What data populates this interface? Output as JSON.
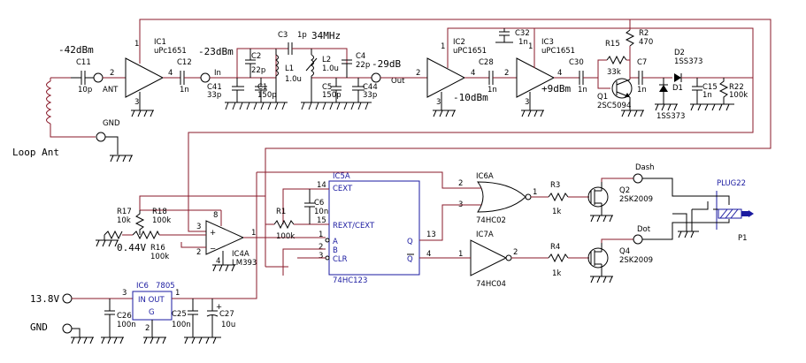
{
  "antenna": {
    "level": "-42dBm",
    "connector": "ANT",
    "gnd": "GND",
    "caption": "Loop Ant"
  },
  "ic1": {
    "ref": "IC1",
    "part": "uPc1651",
    "pin1": "1",
    "pin2": "2",
    "pin3": "3",
    "pin4": "4"
  },
  "c11": {
    "ref": "C11",
    "value": "10p"
  },
  "c12": {
    "ref": "C12",
    "value": "1n"
  },
  "filter": {
    "in_level": "-23dBm",
    "in_label": "In",
    "c2": {
      "ref": "C2",
      "value": "22p"
    },
    "c41": {
      "ref": "C41",
      "value": "33p"
    },
    "c1": {
      "ref": "C1",
      "value": "150p"
    },
    "l1": {
      "ref": "L1",
      "value": "1.0u"
    },
    "c3": {
      "ref": "C3",
      "value": "1p"
    },
    "freq": "34MHz",
    "l2": {
      "ref": "L2",
      "value": "1.0u"
    },
    "c5": {
      "ref": "C5",
      "value": "150p"
    },
    "c4": {
      "ref": "C4",
      "value": "22p"
    },
    "c44": {
      "ref": "C44",
      "value": "33p"
    },
    "out_level": "-29dB",
    "out_label": "Out"
  },
  "ic2": {
    "ref": "IC2",
    "part": "uPC1651",
    "level": "-10dBm",
    "pin1": "1",
    "pin2": "2",
    "pin3": "3",
    "pin4": "4"
  },
  "c28": {
    "ref": "C28",
    "value": "1n"
  },
  "c32": {
    "ref": "C32",
    "value": "1n"
  },
  "ic3": {
    "ref": "IC3",
    "part": "uPC1651",
    "level": "+9dBm",
    "pin1": "1",
    "pin2": "2",
    "pin3": "3",
    "pin4": "4"
  },
  "c30": {
    "ref": "C30",
    "value": "1n"
  },
  "r15": {
    "ref": "R15",
    "value": "33k"
  },
  "r2": {
    "ref": "R2",
    "value": "470"
  },
  "q1": {
    "ref": "Q1",
    "part": "2SC5094"
  },
  "c7": {
    "ref": "C7",
    "value": "1n"
  },
  "d2": {
    "ref": "D2",
    "part": "1SS373"
  },
  "d1": {
    "ref": "D1",
    "part": "1SS373"
  },
  "c15": {
    "ref": "C15",
    "value": "1n"
  },
  "r22": {
    "ref": "R22",
    "value": "100k"
  },
  "comparator": {
    "r17": {
      "ref": "R17",
      "value": "10k"
    },
    "r18": {
      "ref": "R18",
      "value": "100k"
    },
    "r16": {
      "ref": "R16",
      "value": "100k"
    },
    "vref": "0.44V",
    "ref": "IC4A",
    "part": "LM393",
    "pin1": "1",
    "pin2": "2",
    "pin3": "3",
    "pin4": "4",
    "pin8": "8"
  },
  "ic5": {
    "ref": "IC5A",
    "part": "74HC123",
    "cext": "CEXT",
    "rext": "REXT/CEXT",
    "a": "A",
    "b": "B",
    "clr": "CLR",
    "q": "Q",
    "qbar": "Q",
    "pin1": "1",
    "pin2": "2",
    "pin3": "3",
    "pin4": "4",
    "pin13": "13",
    "pin14": "14",
    "pin15": "15",
    "r1": {
      "ref": "R1",
      "value": "100k"
    },
    "c6": {
      "ref": "C6",
      "value": "10n"
    }
  },
  "ic6a": {
    "ref": "IC6A",
    "part": "74HC02",
    "pin1": "1",
    "pin2": "2",
    "pin3": "3"
  },
  "ic7a": {
    "ref": "IC7A",
    "part": "74HC04",
    "pin1": "1",
    "pin2": "2"
  },
  "r3": {
    "ref": "R3",
    "value": "1k"
  },
  "r4": {
    "ref": "R4",
    "value": "1k"
  },
  "q2": {
    "ref": "Q2",
    "part": "2SK2009"
  },
  "q4": {
    "ref": "Q4",
    "part": "2SK2009"
  },
  "dash": "Dash",
  "dot": "Dot",
  "plug": {
    "ref": "PLUG22",
    "p1": "P1"
  },
  "power": {
    "vin": "13.8V",
    "gnd": "GND",
    "ic6": {
      "ref": "IC6",
      "part": "7805",
      "inout": "IN OUT",
      "gnd_pin": "G",
      "pin1": "1",
      "pin2": "2",
      "pin3": "3"
    },
    "c26": {
      "ref": "C26",
      "value": "100n"
    },
    "c25": {
      "ref": "C25",
      "value": "100n"
    },
    "c27": {
      "ref": "C27",
      "value": "10u"
    },
    "plus": "+"
  }
}
